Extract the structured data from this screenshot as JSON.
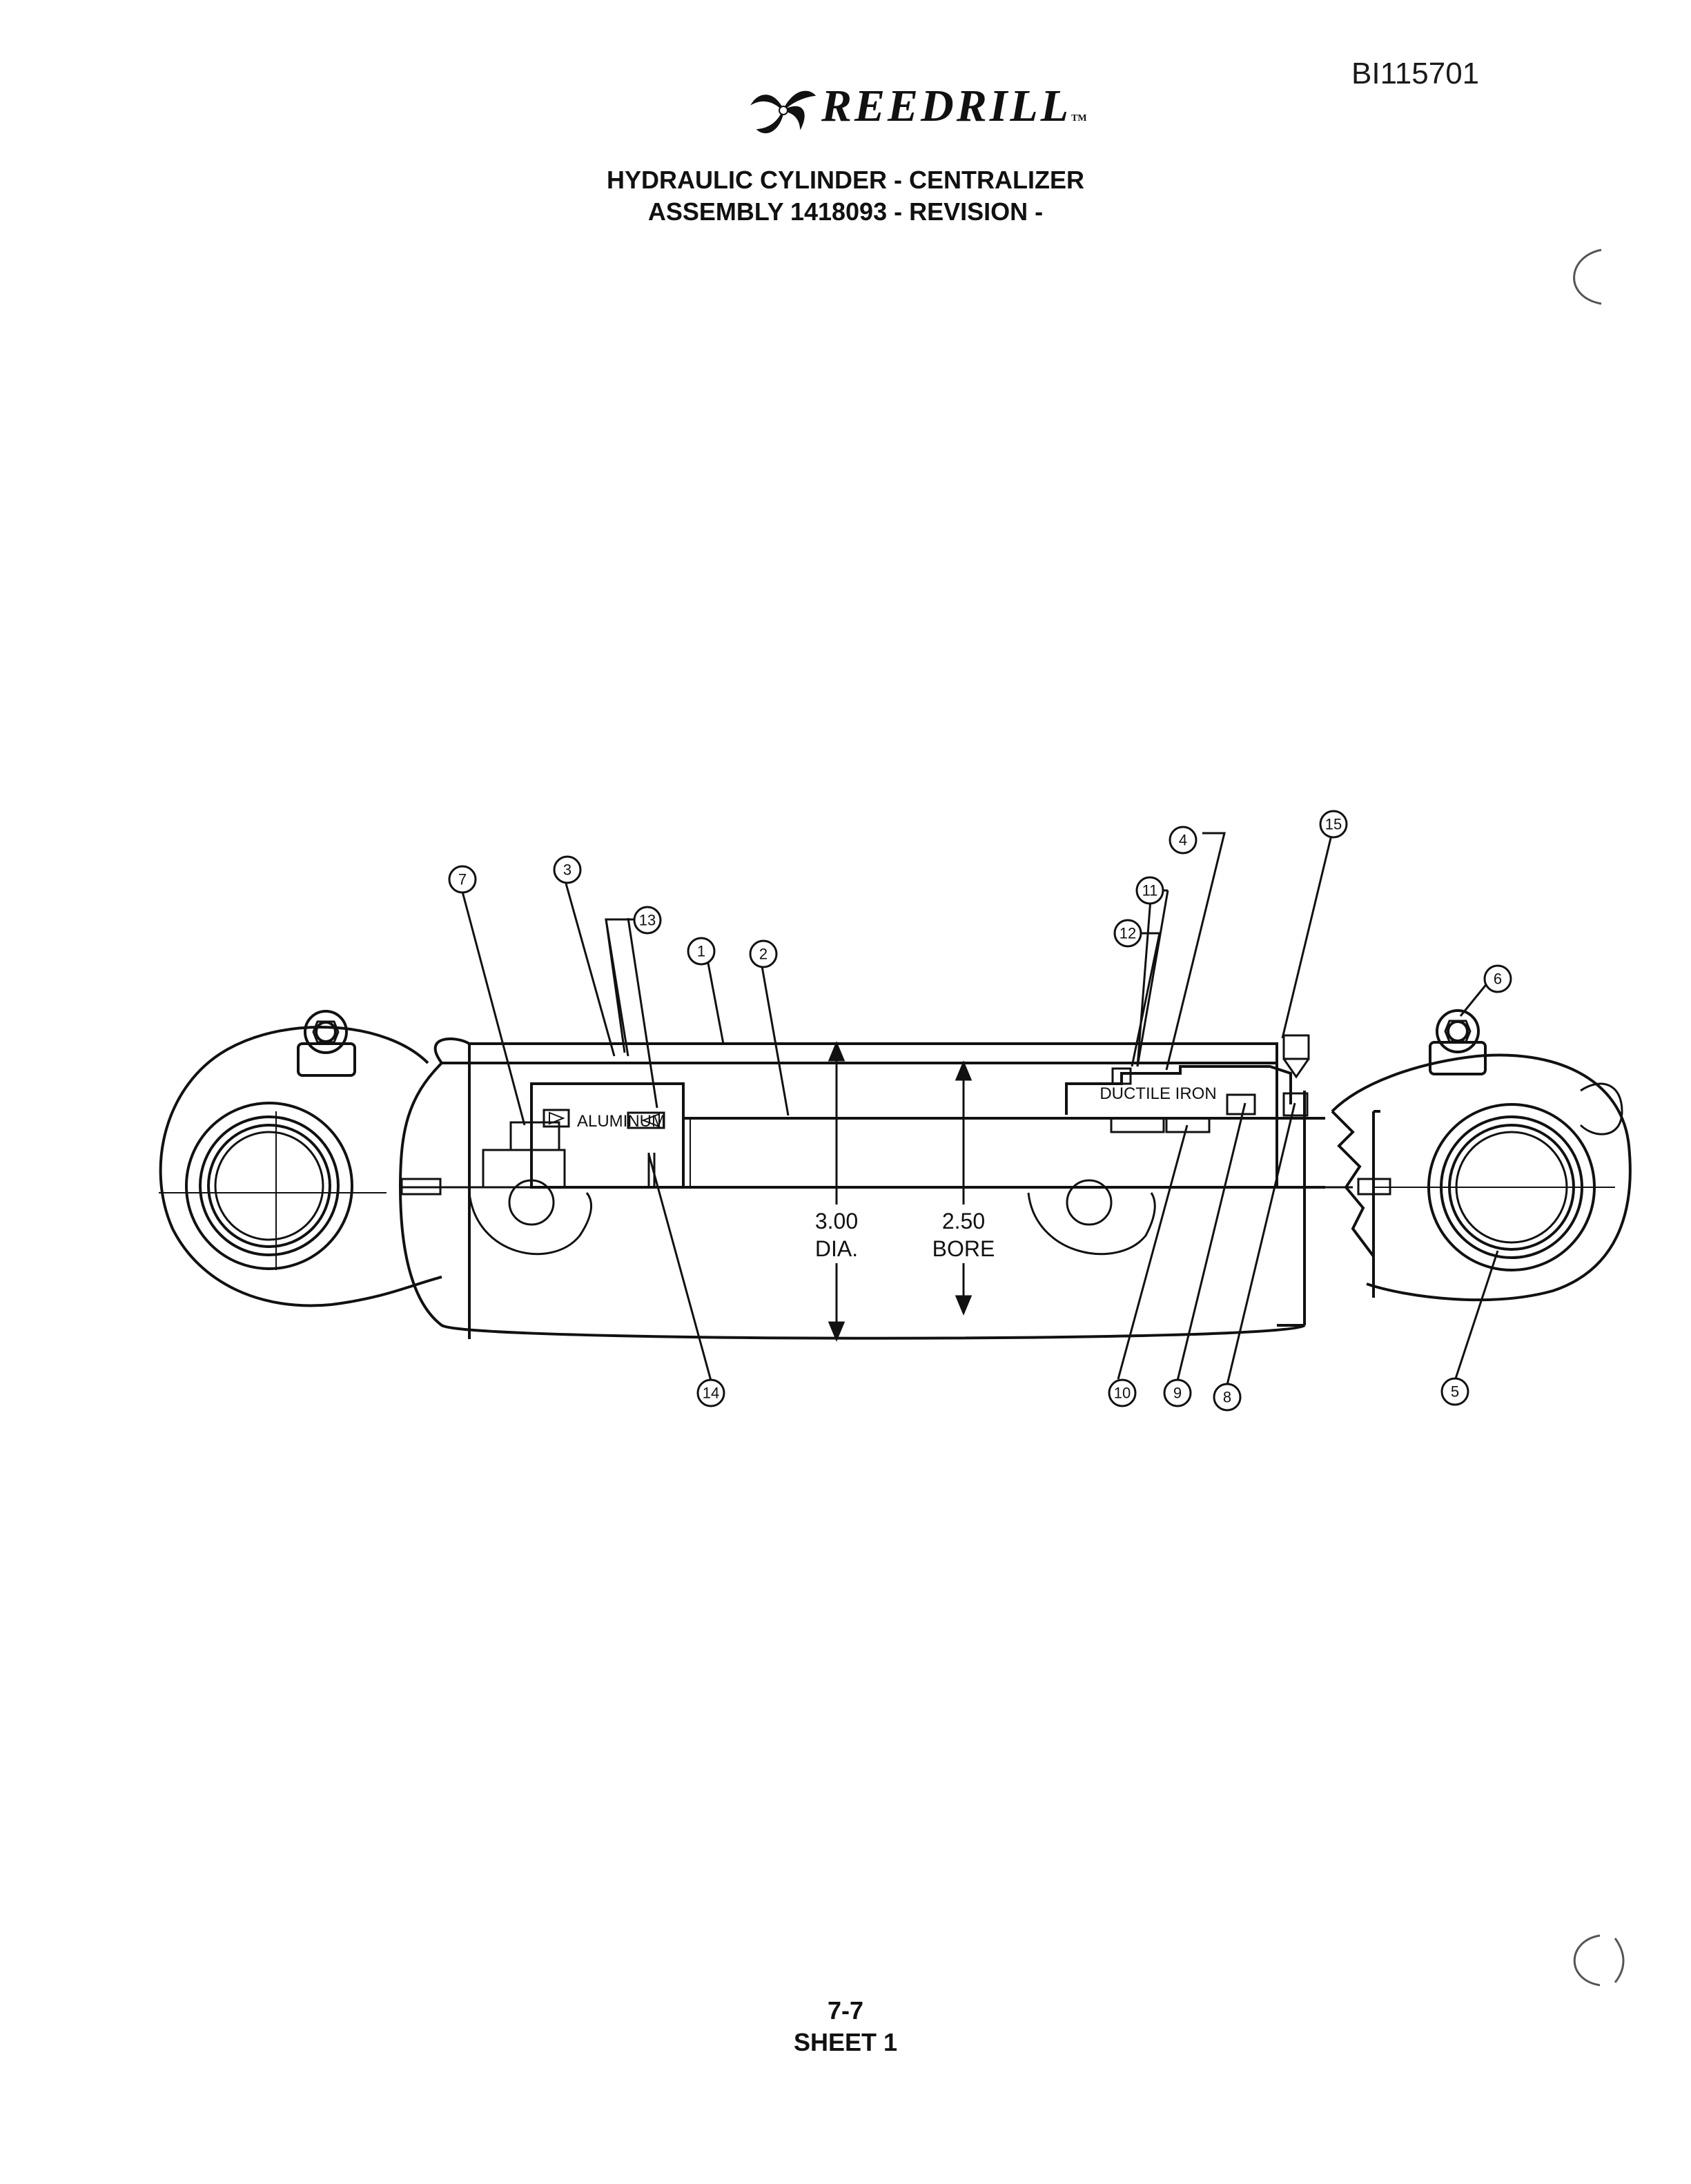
{
  "document": {
    "id": "BI115701",
    "brand": "REEDRILL",
    "brand_tm": "TM",
    "title_line1": "HYDRAULIC CYLINDER - CENTRALIZER",
    "title_line2": "ASSEMBLY 1418093 - REVISION -",
    "page_number": "7-7",
    "sheet": "SHEET 1"
  },
  "drawing": {
    "materials": {
      "piston": "ALUMINUM",
      "gland": "DUCTILE IRON"
    },
    "dimensions": {
      "outer_value": "3.00",
      "outer_label": "DIA.",
      "bore_value": "2.50",
      "bore_label": "BORE"
    },
    "callouts": [
      "1",
      "2",
      "3",
      "4",
      "5",
      "6",
      "7",
      "8",
      "9",
      "10",
      "11",
      "12",
      "13",
      "14",
      "15"
    ]
  }
}
